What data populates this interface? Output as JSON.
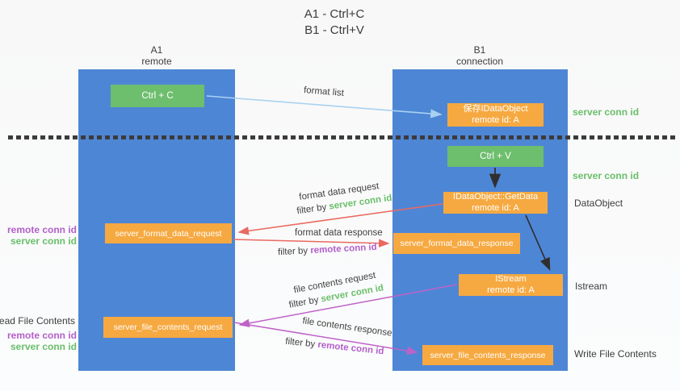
{
  "title": {
    "line1": "A1 - Ctrl+C",
    "line2": "B1 - Ctrl+V"
  },
  "lane_a": {
    "header_title": "A1",
    "header_subtitle": "remote"
  },
  "lane_b": {
    "header_title": "B1",
    "header_subtitle": "connection"
  },
  "nodes": {
    "ctrl_c": "Ctrl + C",
    "ctrl_v": "Ctrl + V",
    "save_dataobject": {
      "line1": "保存IDataObject",
      "line2": "remote id: A"
    },
    "getdata": {
      "line1": "IDataObject::GetData",
      "line2": "remote id: A"
    },
    "istream": {
      "line1": "IStream",
      "line2": "remote id: A"
    },
    "format_request": "server_format_data_request",
    "format_response": "server_format_data_response",
    "file_request": "server_file_contents_request",
    "file_response": "server_file_contents_response"
  },
  "right_labels": {
    "server_conn_id_top": "server conn id",
    "server_conn_id_mid": "server conn id",
    "dataobject": "DataObject",
    "istream": "Istream",
    "write_file_contents": "Write File Contents"
  },
  "left_labels": {
    "remote_conn_id_top": "remote conn id",
    "server_conn_id_top": "server conn id",
    "read_file_contents": "Read File Contents",
    "remote_conn_id_bottom": "remote conn id",
    "server_conn_id_bottom": "server conn id"
  },
  "arrow_labels": {
    "format_list": "format list",
    "format_data_request": "format data request",
    "format_data_response": "format data response",
    "file_contents_request": "file contents request",
    "file_contents_response": "file contents response",
    "filter_by": "filter by ",
    "server_conn_id": "server conn id",
    "remote_conn_id": "remote conn id"
  },
  "colors": {
    "lane_blue": "#4e86d6",
    "node_green": "#6dbe6d",
    "node_orange": "#f6a941",
    "arrow_lightblue": "#a9d2f0",
    "arrow_red": "#e96a5f",
    "arrow_magenta": "#bf62c8",
    "arrow_black": "#2f2f2f",
    "text_green": "#6abf69",
    "text_purple": "#b35fc9"
  }
}
